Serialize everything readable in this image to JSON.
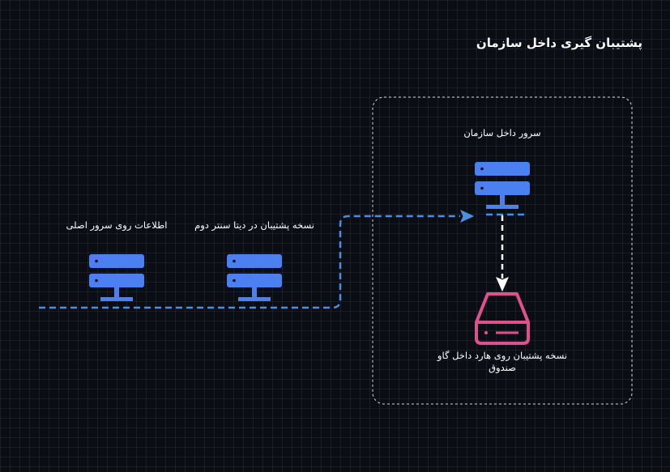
{
  "diagram": {
    "title": "پشتیبان گیری داخل سازمان",
    "nodes": {
      "primary_server": {
        "label": "اطلاعات روی سرور اصلی",
        "icon": "server-icon",
        "color": "#4a80f0"
      },
      "dc2_backup": {
        "label": "نسخه پشتیبان در دیتا سنتر دوم",
        "icon": "server-icon",
        "color": "#4a80f0"
      },
      "org_server": {
        "label": "سرور داخل سازمان",
        "icon": "server-icon",
        "color": "#4a80f0"
      },
      "hdd_backup": {
        "label": "نسخه پشتیبان روی هارد داخل گاو صندوق",
        "icon": "hard-drive-icon",
        "color": "#e0508f"
      }
    },
    "connectors": {
      "main_line_color": "#4a90e2",
      "arrow_to_hdd_color": "#ffffff"
    },
    "group_border_color": "#d8d8d8"
  }
}
